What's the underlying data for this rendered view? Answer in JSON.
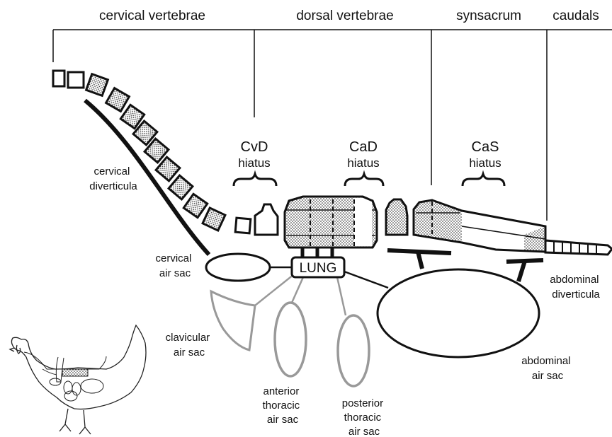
{
  "regions": {
    "cervical": "cervical vertebrae",
    "dorsal": "dorsal vertebrae",
    "synsacrum": "synsacrum",
    "caudals": "caudals"
  },
  "hiatuses": {
    "cvd": {
      "code": "CvD",
      "word": "hiatus"
    },
    "cad": {
      "code": "CaD",
      "word": "hiatus"
    },
    "cas": {
      "code": "CaS",
      "word": "hiatus"
    }
  },
  "labels": {
    "cervical_diverticula": [
      "cervical",
      "diverticula"
    ],
    "cervical_air_sac": [
      "cervical",
      "air sac"
    ],
    "lung": "LUNG",
    "clavicular_air_sac": [
      "clavicular",
      "air sac"
    ],
    "anterior_thoracic_air_sac": [
      "anterior",
      "thoracic",
      "air sac"
    ],
    "posterior_thoracic_air_sac": [
      "posterior",
      "thoracic",
      "air sac"
    ],
    "abdominal_diverticula": [
      "abdominal",
      "diverticula"
    ],
    "abdominal_air_sac": [
      "abdominal",
      "air sac"
    ]
  },
  "colors": {
    "ink": "#111111",
    "gray_sac": "#999999",
    "stipple": "#b5b5b5"
  },
  "icons": {
    "bird": "chicken-outline-icon"
  }
}
